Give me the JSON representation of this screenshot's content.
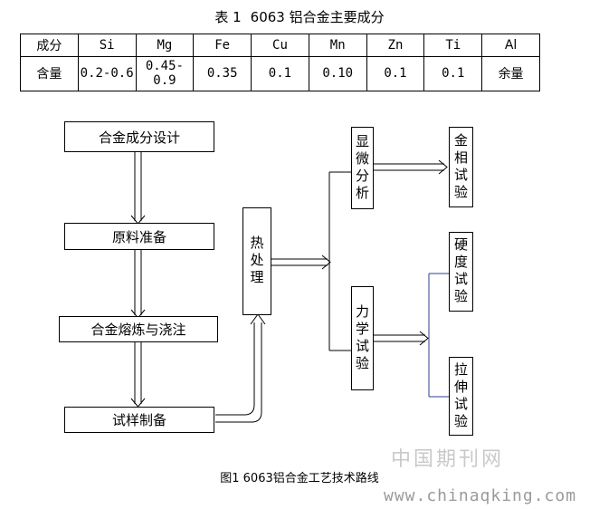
{
  "table": {
    "title_prefix": "表 1",
    "title_text": "6063 铝合金主要成分",
    "header": [
      "成分",
      "Si",
      "Mg",
      "Fe",
      "Cu",
      "Mn",
      "Zn",
      "Ti",
      "Al"
    ],
    "row": [
      "含量",
      "0.2-0.6",
      "0.45-0.9",
      "0.35",
      "0.1",
      "0.10",
      "0.1",
      "0.1",
      "余量"
    ]
  },
  "flow": {
    "design": "合金成分设计",
    "materials": "原料准备",
    "melting": "合金熔炼与浇注",
    "specimen": "试样制备",
    "heat_treatment": "热处理",
    "microscopy": "显微分析",
    "mechanical": "力学试验",
    "metallography": "金相试验",
    "hardness": "硬度试验",
    "tensile": "拉伸试验"
  },
  "caption": "图1 6063铝合金工艺技术路线",
  "watermark": {
    "cn": "中国期刊网",
    "url": "www.chinaqking.com"
  }
}
